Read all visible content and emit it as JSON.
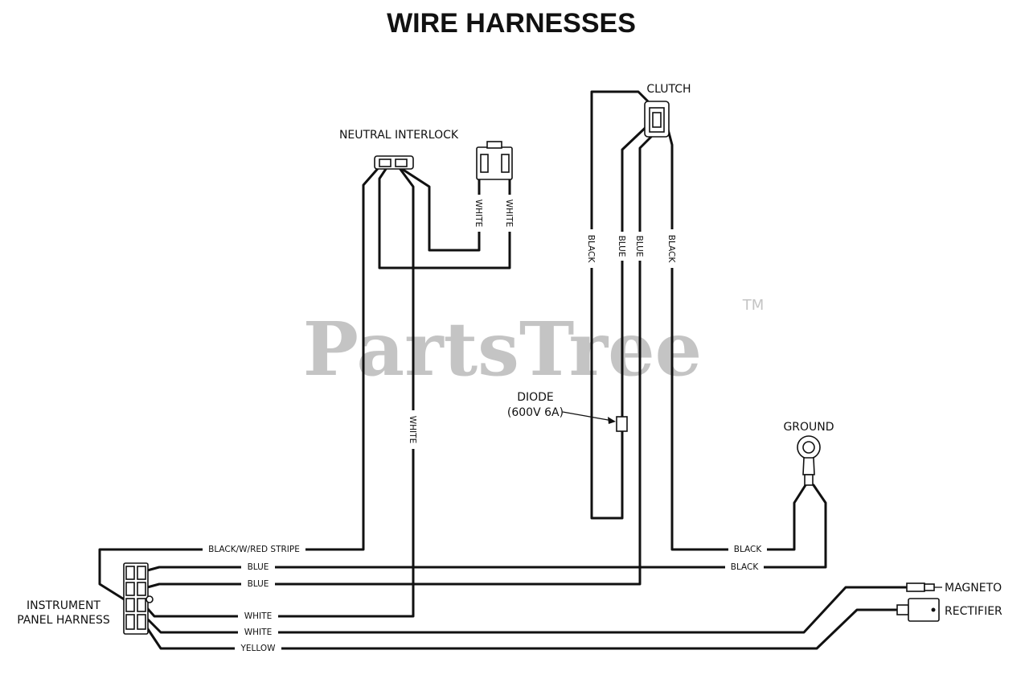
{
  "title": "WIRE HARNESSES",
  "watermark": {
    "text": "PartsTree",
    "trademark": "TM"
  },
  "components": {
    "clutch": "CLUTCH",
    "neutral_interlock": "NEUTRAL INTERLOCK",
    "diode_line1": "DIODE",
    "diode_line2": "(600V 6A)",
    "ground": "GROUND",
    "instrument_line1": "INSTRUMENT",
    "instrument_line2": "PANEL HARNESS",
    "magneto": "MAGNETO",
    "rectifier": "RECTIFIER"
  },
  "wire_labels": {
    "black_red_stripe": "BLACK/W/RED STRIPE",
    "blue_1": "BLUE",
    "blue_2": "BLUE",
    "white_1": "WHITE",
    "white_2": "WHITE",
    "yellow": "YELLOW",
    "black_ground_top": "BLACK",
    "black_ground_bottom": "BLACK",
    "white_neutral_left": "WHITE",
    "white_neutral_right": "WHITE",
    "white_vertical": "WHITE",
    "black_clutch_left": "BLACK",
    "blue_clutch_1": "BLUE",
    "blue_clutch_2": "BLUE",
    "black_clutch_right": "BLACK"
  },
  "colors": {
    "line": "#111111",
    "watermark": "#c4c4c4",
    "background": "#ffffff"
  }
}
